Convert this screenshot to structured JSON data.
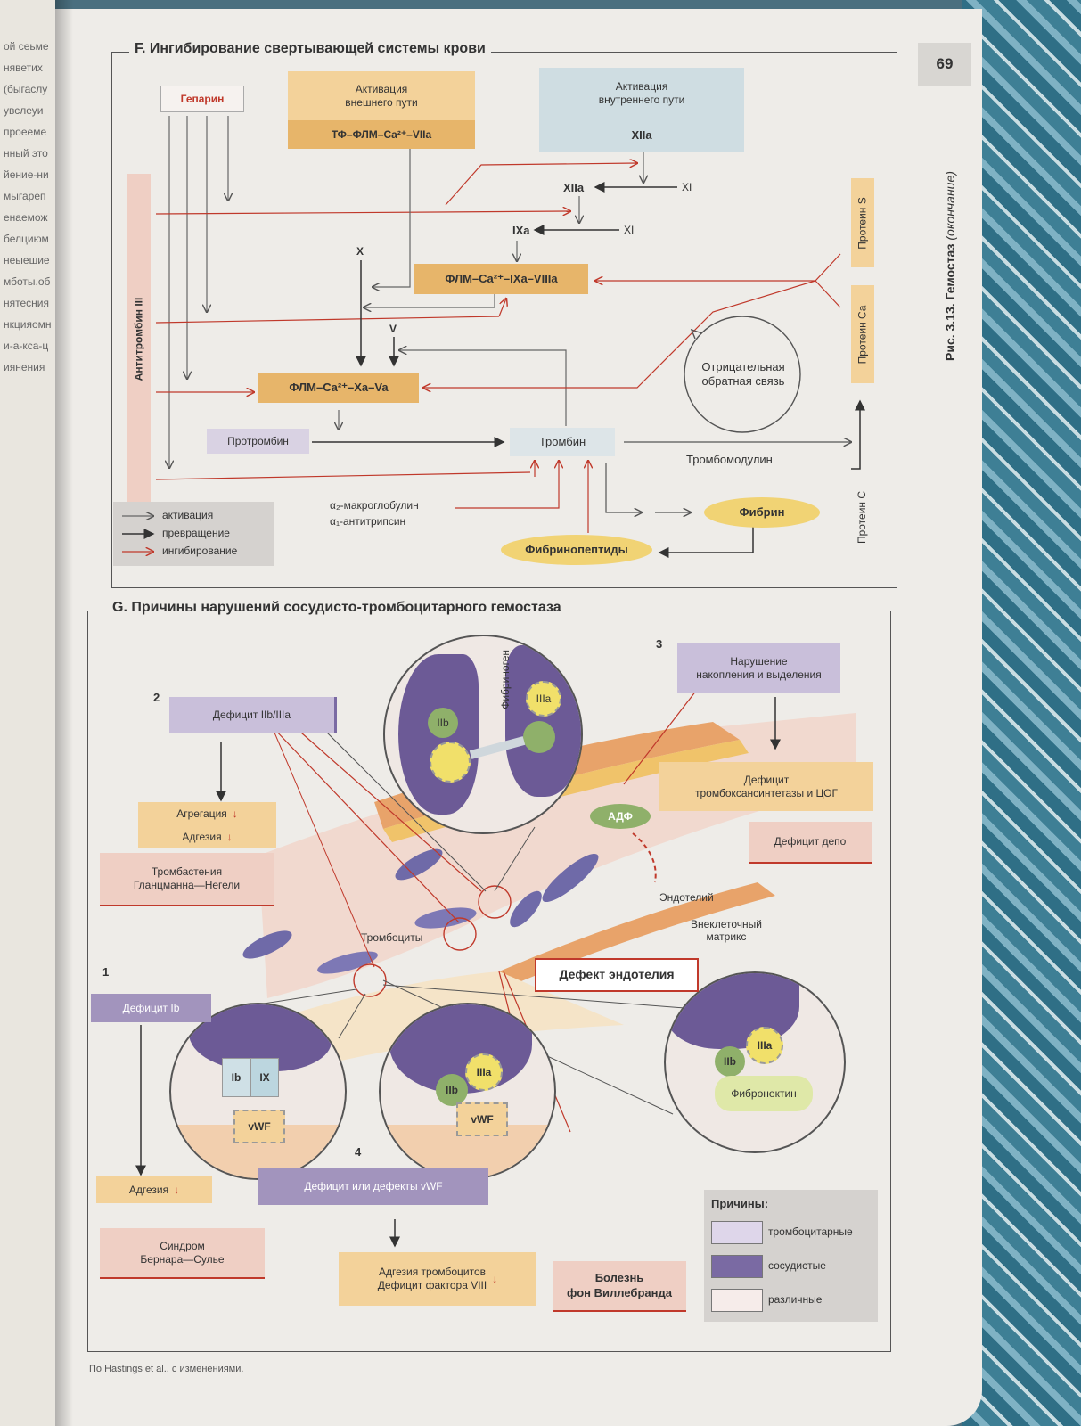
{
  "page": {
    "number": "69",
    "side_caption_fig": "Рис. 3.13.",
    "side_caption_title": "Гемостаз",
    "side_caption_note": "(окончание)",
    "footer": "По Hastings et al., с изменениями."
  },
  "spine_text": "ой сеьменяветих (быгаслуувслеуи проееменный этойение-нимыгарепенаеможбелциюмнеыешиемботы.обнятесниянкцияомни-а-кса-циянения",
  "section_f": {
    "title": "F. Ингибирование свертывающей системы крови",
    "heparin": "Гепарин",
    "antithrombin": "Антитромбин III",
    "ext_path_title": "Активация\nвнешнего пути",
    "ext_path_complex": "ТФ–ФЛМ–Ca²⁺–VIIa",
    "int_path_title": "Активация\nвнутреннего пути",
    "int_path_xiia": "XIIa",
    "xiia": "XIIa",
    "xi_1": "XI",
    "ixa": "IXa",
    "xi_2": "XI",
    "x": "X",
    "v": "V",
    "tenase": "ФЛМ–Ca²⁺–IXa–VIIIa",
    "prothrombinase": "ФЛМ–Ca²⁺–Xa–Va",
    "prothrombin": "Протромбин",
    "thrombin": "Тромбин",
    "thrombomodulin": "Тромбомодулин",
    "fibrin": "Фибрин",
    "fibrinopeptides": "Фибринопептиды",
    "macroglobulin": "α₂-макроглобулин",
    "antitrypsin": "α₁-антитрипсин",
    "neg_feedback": "Отрицательная\nобратная связь",
    "protein_s": "Протеин S",
    "protein_ca": "Протеин Ca",
    "protein_c": "Протеин C",
    "legend": [
      "активация",
      "превращение",
      "ингибирование"
    ]
  },
  "section_g": {
    "title": "G. Причины нарушений сосудисто-тромбоцитарного гемостаза",
    "n1": "1",
    "n2": "2",
    "n3": "3",
    "n4": "4",
    "def_iib": "Дефицит IIb/IIIa",
    "aggregation": "Агрегация",
    "adhesion": "Адгезия",
    "glanzmann": "Тромбастения\nГланцманна—Негели",
    "fibrinogen": "Фибриноген",
    "iib_top": "IIb",
    "iiia_top": "IIIa",
    "storage": "Нарушение\nнакопления и выделения",
    "thromboxane": "Дефицит\nтромбоксансинтетазы и ЦОГ",
    "adp": "АДФ",
    "depot": "Дефицит депо",
    "endothelium": "Эндотелий",
    "ecm": "Внеклеточный\nматрикс",
    "platelets": "Тромбоциты",
    "endo_defect": "Дефект эндотелия",
    "def_ib": "Дефицит Ib",
    "ib": "Ib",
    "ix": "IX",
    "vwf_1": "vWF",
    "iiia_mid": "IIIa",
    "iib_mid": "IIb",
    "vwf_2": "vWF",
    "iiia_right": "IIIa",
    "iib_right": "IIb",
    "fibronectin": "Фибронектин",
    "adhesion_2": "Адгезия",
    "bernard": "Синдром\nБернара—Сулье",
    "def_vwf": "Дефицит или дефекты vWF",
    "adhesion_plt": "Адгезия тромбоцитов\nДефицит фактора VIII",
    "vwd": "Болезнь\nфон Виллебранда",
    "causes_title": "Причины:",
    "causes": [
      "тромбоцитарные",
      "сосудистые",
      "различные"
    ]
  }
}
